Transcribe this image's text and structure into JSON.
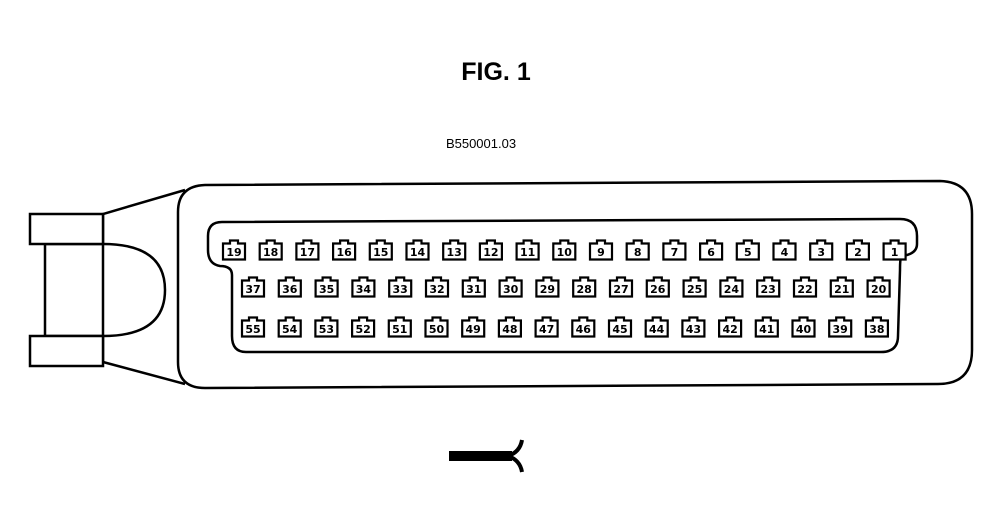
{
  "figure": {
    "title": "FIG. 1",
    "reference_code": "B550001.03"
  },
  "connector": {
    "rows": [
      [
        "19",
        "18",
        "17",
        "16",
        "15",
        "14",
        "13",
        "12",
        "11",
        "10",
        "9",
        "8",
        "7",
        "6",
        "5",
        "4",
        "3",
        "2",
        "1"
      ],
      [
        "37",
        "36",
        "35",
        "34",
        "33",
        "32",
        "31",
        "30",
        "29",
        "28",
        "27",
        "26",
        "25",
        "24",
        "23",
        "22",
        "21",
        "20"
      ],
      [
        "55",
        "54",
        "53",
        "52",
        "51",
        "50",
        "49",
        "48",
        "47",
        "46",
        "45",
        "44",
        "43",
        "42",
        "41",
        "40",
        "39",
        "38"
      ]
    ]
  },
  "colors": {
    "line": "#000000",
    "background": "#ffffff"
  }
}
